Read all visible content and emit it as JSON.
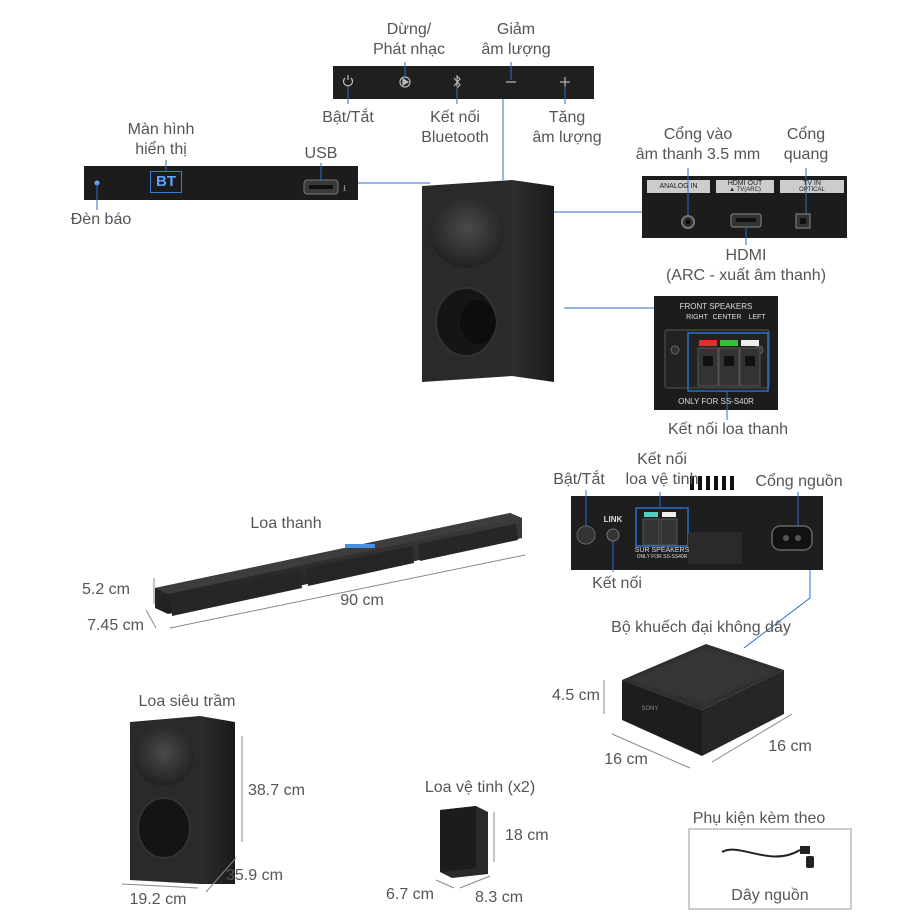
{
  "top_panel": {
    "power_label": "Bật/Tắt",
    "play_label_line1": "Dừng/",
    "play_label_line2": "Phát nhạc",
    "bluetooth_label_line1": "Kết nối",
    "bluetooth_label_line2": "Bluetooth",
    "vol_down_line1": "Giảm",
    "vol_down_line2": "âm lượng",
    "vol_up_line1": "Tăng",
    "vol_up_line2": "âm lượng"
  },
  "front_panel": {
    "display_line1": "Màn hình",
    "display_line2": "hiển thị",
    "display_text": "BT",
    "usb_label": "USB",
    "indicator_label": "Đèn báo"
  },
  "rear_ports": {
    "analog_line1": "Cổng vào",
    "analog_line2": "âm thanh 3.5 mm",
    "optical_line1": "Cổng",
    "optical_line2": "quang",
    "analog_in_text": "ANALOG IN",
    "hdmi_out_text": "HDMI OUT",
    "hdmi_sub_text": "▲ TV(ARC)",
    "tv_in_text": "TV IN",
    "optical_text": "OPTICAL",
    "hdmi_line1": "HDMI",
    "hdmi_line2": "(ARC - xuất âm thanh)"
  },
  "speaker_terminal": {
    "title": "FRONT SPEAKERS",
    "right": "RIGHT",
    "center": "CENTER",
    "left": "LEFT",
    "only_for": "ONLY FOR SS-S40R",
    "caption": "Kết nối loa thanh"
  },
  "wireless_amp_rear": {
    "power_label": "Bật/Tắt",
    "satellite_line1": "Kết nối",
    "satellite_line2": "loa vệ tinh",
    "power_port_label": "Cổng nguồn",
    "link_text": "LINK",
    "link_label": "Kết nối",
    "sur_text": "SUR SPEAKERS",
    "sur_only": "ONLY FOR SS-SS40R"
  },
  "soundbar": {
    "label": "Loa thanh",
    "height": "5.2 cm",
    "depth": "7.45 cm",
    "width": "90 cm"
  },
  "wireless_amp": {
    "label": "Bộ khuếch đại không dây",
    "height": "4.5 cm",
    "width": "16 cm",
    "depth": "16 cm",
    "brand": "SONY"
  },
  "subwoofer": {
    "label": "Loa siêu trầm",
    "height": "38.7 cm",
    "depth": "35.9 cm",
    "width": "19.2 cm"
  },
  "satellite": {
    "label": "Loa vệ tinh (x2)",
    "height": "18 cm",
    "width": "6.7 cm",
    "depth": "8.3 cm"
  },
  "accessories": {
    "title": "Phụ kiện kèm theo",
    "item": "Dây nguồn"
  },
  "colors": {
    "leader_line": "#2a6fc9",
    "device_black": "#2b2b2b",
    "label_gray": "#555555"
  }
}
